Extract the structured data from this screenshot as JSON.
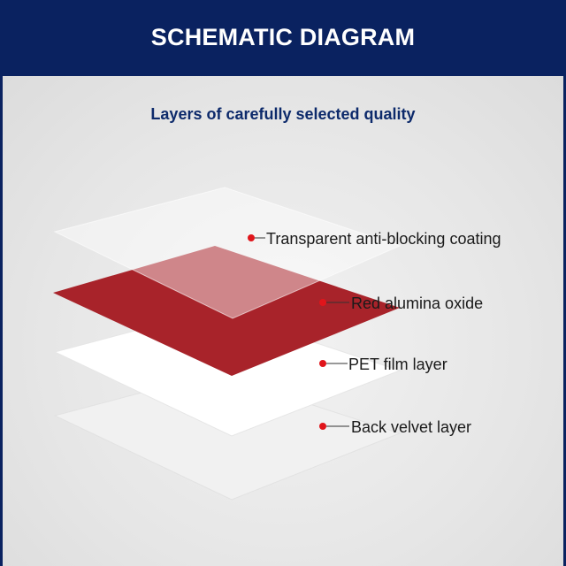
{
  "header": {
    "title": "SCHEMATIC DIAGRAM"
  },
  "subtitle": "Layers of carefully selected quality",
  "layers": [
    {
      "label": "Transparent anti-blocking coating"
    },
    {
      "label": "Red alumina oxide"
    },
    {
      "label": "PET film layer"
    },
    {
      "label": "Back velvet layer"
    }
  ],
  "colors": {
    "header_bg": "#0a2260",
    "red_layer": "#a8232a",
    "marker": "#e0151b"
  }
}
